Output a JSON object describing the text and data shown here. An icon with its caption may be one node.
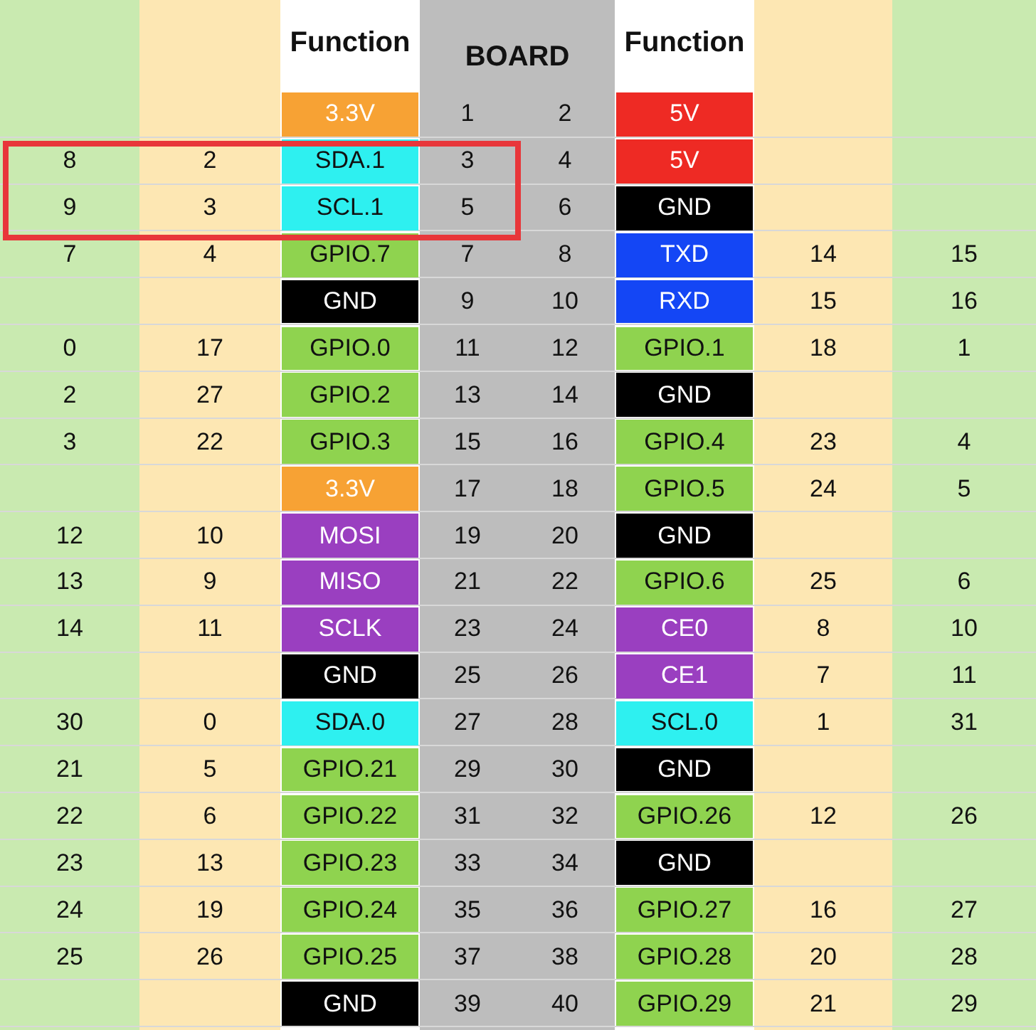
{
  "diagram": {
    "labels": [
      "Function",
      "BOARD",
      "Function",
      "3.3V",
      "1",
      "2",
      "5V",
      "8",
      "2",
      "SDA.1",
      "3",
      "4",
      "5V",
      "9",
      "3",
      "SCL.1",
      "5",
      "6",
      "GND",
      "7",
      "4",
      "GPIO.7",
      "7",
      "8",
      "TXD",
      "14",
      "15",
      "GND",
      "9",
      "10",
      "RXD",
      "15",
      "16",
      "0",
      "17",
      "GPIO.0",
      "11",
      "12",
      "GPIO.1",
      "18",
      "1",
      "2",
      "27",
      "GPIO.2",
      "13",
      "14",
      "GND",
      "3",
      "22",
      "GPIO.3",
      "15",
      "16",
      "GPIO.4",
      "23",
      "4",
      "3.3V",
      "17",
      "18",
      "GPIO.5",
      "24",
      "5",
      "12",
      "10",
      "MOSI",
      "19",
      "20",
      "GND",
      "13",
      "9",
      "MISO",
      "21",
      "22",
      "GPIO.6",
      "25",
      "6",
      "14",
      "11",
      "SCLK",
      "23",
      "24",
      "CE0",
      "8",
      "10",
      "GND",
      "25",
      "26",
      "CE1",
      "7",
      "11",
      "30",
      "0",
      "SDA.0",
      "27",
      "28",
      "SCL.0",
      "1",
      "31",
      "21",
      "5",
      "GPIO.21",
      "29",
      "30",
      "GND",
      "22",
      "6",
      "GPIO.22",
      "31",
      "32",
      "GPIO.26",
      "12",
      "26",
      "23",
      "13",
      "GPIO.23",
      "33",
      "34",
      "GND",
      "24",
      "19",
      "GPIO.24",
      "35",
      "36",
      "GPIO.27",
      "16",
      "27",
      "25",
      "26",
      "GPIO.25",
      "37",
      "38",
      "GPIO.28",
      "20",
      "28",
      "GND",
      "39",
      "40",
      "GPIO.29",
      "21",
      "29"
    ]
  }
}
